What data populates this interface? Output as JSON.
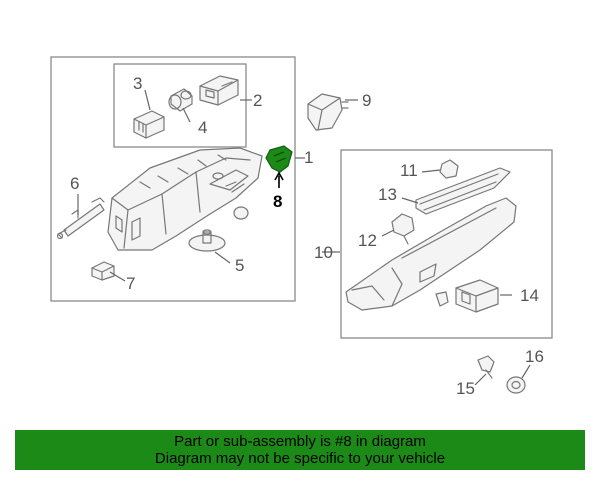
{
  "diagram": {
    "callouts": {
      "c1": "1",
      "c2": "2",
      "c3": "3",
      "c4": "4",
      "c5": "5",
      "c6": "6",
      "c7": "7",
      "c8": "8",
      "c9": "9",
      "c10": "10",
      "c11": "11",
      "c12": "12",
      "c13": "13",
      "c14": "14",
      "c15": "15",
      "c16": "16"
    },
    "highlighted_part": "8",
    "highlight_color": "#1b8a16"
  },
  "banner": {
    "line1": "Part or sub-assembly is #8 in diagram",
    "line2": "Diagram may not be specific to your vehicle",
    "background": "#1b8a16"
  }
}
